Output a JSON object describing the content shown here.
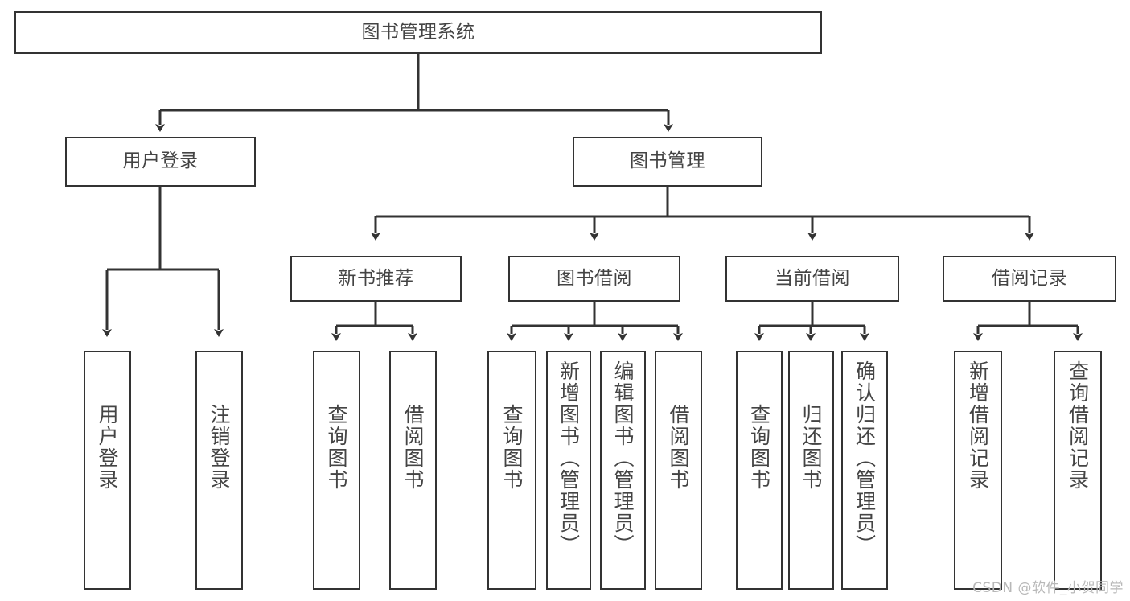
{
  "diagram": {
    "type": "tree-hierarchy",
    "title": "图书管理系统",
    "root": {
      "label": "图书管理系统"
    },
    "level2": [
      {
        "label": "用户登录"
      },
      {
        "label": "图书管理"
      }
    ],
    "level3": [
      {
        "label": "新书推荐"
      },
      {
        "label": "图书借阅"
      },
      {
        "label": "当前借阅"
      },
      {
        "label": "借阅记录"
      }
    ],
    "leaves": {
      "user_login": [
        {
          "label": "用户登录"
        },
        {
          "label": "注销登录"
        }
      ],
      "new_book_recommend": [
        {
          "label": "查询图书"
        },
        {
          "label": "借阅图书"
        }
      ],
      "book_borrow": [
        {
          "label": "查询图书"
        },
        {
          "label": "新增图书（管理员）"
        },
        {
          "label": "编辑图书（管理员）"
        },
        {
          "label": "借阅图书"
        }
      ],
      "current_borrow": [
        {
          "label": "查询图书"
        },
        {
          "label": "归还图书"
        },
        {
          "label": "确认归还（管理员）"
        }
      ],
      "borrow_record": [
        {
          "label": "新增借阅记录"
        },
        {
          "label": "查询借阅记录"
        }
      ]
    }
  },
  "watermark": {
    "text": "CSDN @软件_小贺同学"
  },
  "colors": {
    "stroke": "#333333",
    "text": "#444444",
    "background": "#ffffff",
    "watermark": "#b8b8b8"
  }
}
